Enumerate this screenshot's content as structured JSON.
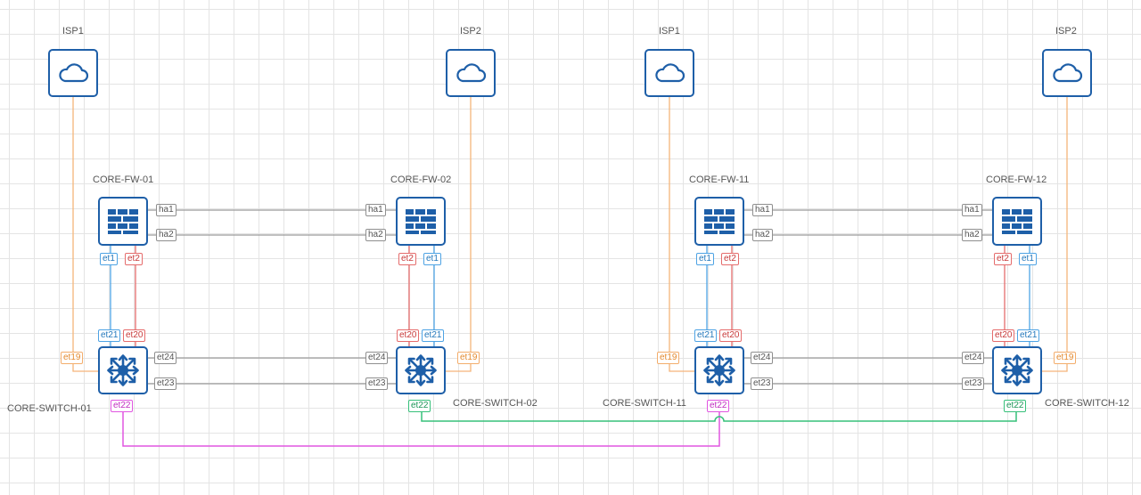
{
  "colors": {
    "node_border": "#1e5fa8",
    "isp_link": "#f5b57a",
    "ha_link": "#9a9a9a",
    "fw_et1_link": "#4ea3e4",
    "fw_et2_link": "#e56c6c",
    "switch_link": "#9a9a9a",
    "cross_link_pink": "#e156e1",
    "cross_link_green": "#36c07a"
  },
  "isps": [
    {
      "label": "ISP1",
      "icon": "cloud-icon"
    },
    {
      "label": "ISP2",
      "icon": "cloud-icon"
    },
    {
      "label": "ISP1",
      "icon": "cloud-icon"
    },
    {
      "label": "ISP2",
      "icon": "cloud-icon"
    }
  ],
  "firewalls": [
    {
      "label": "CORE-FW-01",
      "icon": "firewall-icon"
    },
    {
      "label": "CORE-FW-02",
      "icon": "firewall-icon"
    },
    {
      "label": "CORE-FW-11",
      "icon": "firewall-icon"
    },
    {
      "label": "CORE-FW-12",
      "icon": "firewall-icon"
    }
  ],
  "switches": [
    {
      "label": "CORE-SWITCH-01",
      "icon": "switch-icon"
    },
    {
      "label": "CORE-SWITCH-02",
      "icon": "switch-icon"
    },
    {
      "label": "CORE-SWITCH-11",
      "icon": "switch-icon"
    },
    {
      "label": "CORE-SWITCH-12",
      "icon": "switch-icon"
    }
  ],
  "ports": {
    "ha1": "ha1",
    "ha2": "ha2",
    "et1": "et1",
    "et2": "et2",
    "et19": "et19",
    "et20": "et20",
    "et21": "et21",
    "et22": "et22",
    "et23": "et23",
    "et24": "et24"
  }
}
